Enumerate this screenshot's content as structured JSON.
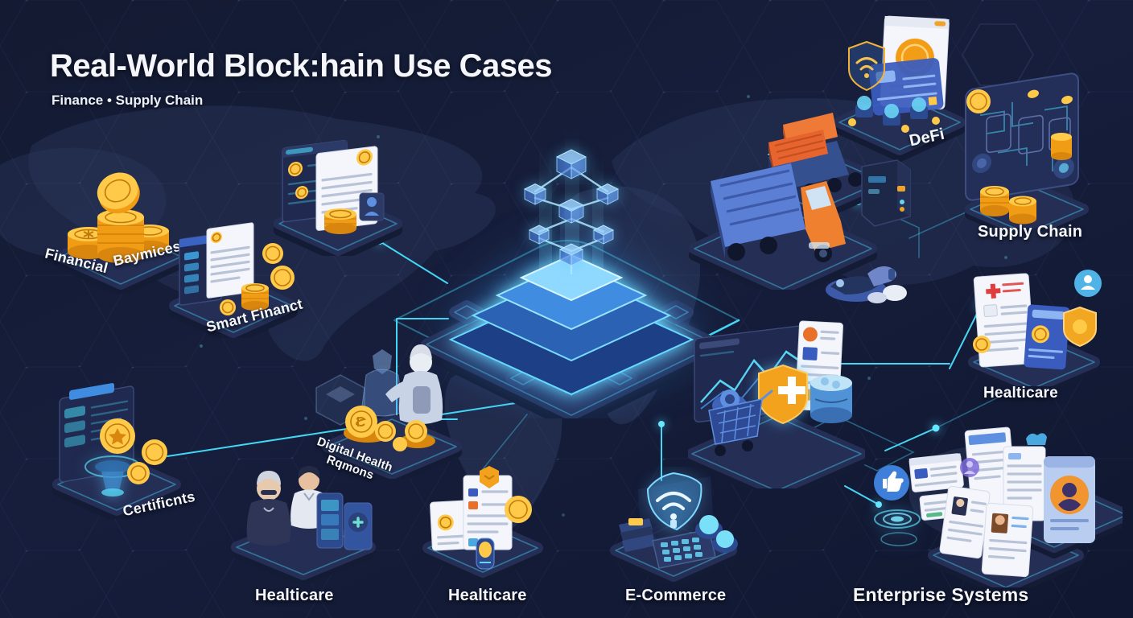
{
  "header": {
    "title": "Real-World Block:hain Use Cases",
    "subtitle": "Finance • Supply Chain"
  },
  "nodes": {
    "financial": {
      "label": "Financial"
    },
    "payments": {
      "label": "Baymices"
    },
    "smart_finance": {
      "label": "Smart Financt"
    },
    "defi": {
      "label": "DeFi"
    },
    "supply_chain": {
      "label": "Supply Chain"
    },
    "healthcare_docs": {
      "label": "Healticare"
    },
    "certificates": {
      "label": "Certificnts"
    },
    "digital_health": {
      "label_line1": "Digital Health",
      "label_line2": "Rqmons"
    },
    "healthcare_kiosk": {
      "label": "Healticare"
    },
    "healthcare_certs": {
      "label": "Healticare"
    },
    "ecommerce": {
      "label": "E-Commerce"
    },
    "enterprise": {
      "label": "Enterprise Systems"
    }
  },
  "icons": {
    "center": "blockchain-cubes-icon",
    "financial": "coin-stack-icon",
    "smart_finance": "contract-document-icon",
    "defi": "shield-wifi-icon",
    "supply_chain": "cargo-truck-icon",
    "healthcare": "medical-cross-icon",
    "ecommerce": "shopping-cart-icon",
    "enterprise": "id-card-icon",
    "approval": "thumbs-up-icon"
  },
  "colors": {
    "background": "#141c38",
    "map_land": "#2e3a5e",
    "accent_cyan": "#45d6f4",
    "glow_blue": "#7fe3ff",
    "gold": "#f5a623",
    "orange": "#e8642e",
    "platform": "#252f56",
    "white_card": "#f4f6fc",
    "text": "#f5f7fd"
  }
}
